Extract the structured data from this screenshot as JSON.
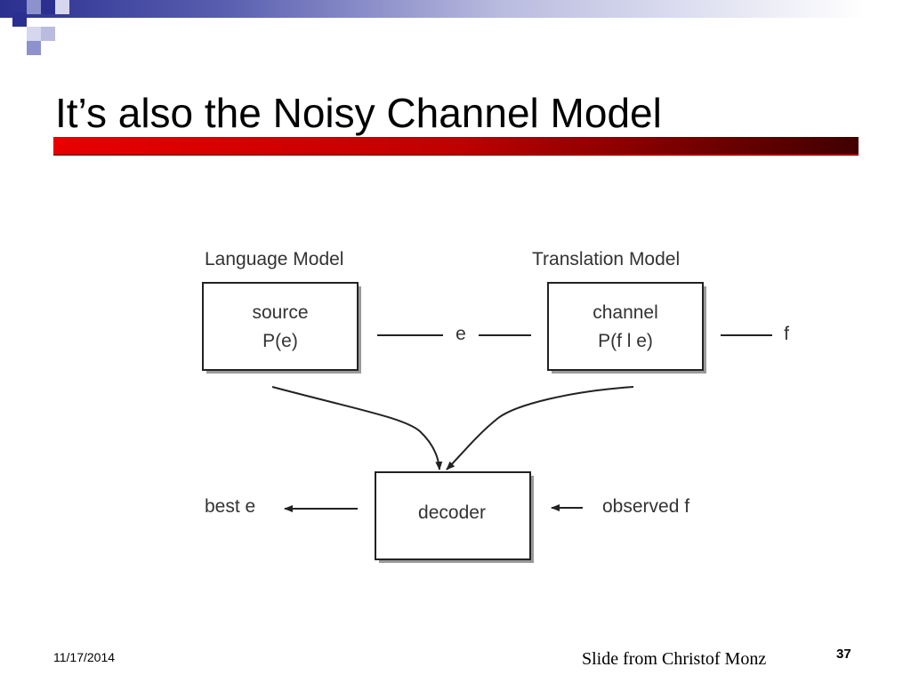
{
  "slide": {
    "title": "It’s also the Noisy Channel Model",
    "date": "11/17/2014",
    "credit": "Slide from Christof Monz",
    "page_number": "37"
  },
  "diagram": {
    "language_model_label": "Language Model",
    "translation_model_label": "Translation Model",
    "source_box": {
      "line1": "source",
      "line2": "P(e)"
    },
    "channel_box": {
      "line1": "channel",
      "line2": "P(f l e)"
    },
    "decoder_box": {
      "label": "decoder"
    },
    "e_label": "e",
    "f_label": "f",
    "best_e_label": "best e",
    "observed_f_label": "observed f"
  },
  "colors": {
    "title_bar_left": "#e80000",
    "title_bar_right": "#400000",
    "band_dark": "#2b2f8f"
  }
}
